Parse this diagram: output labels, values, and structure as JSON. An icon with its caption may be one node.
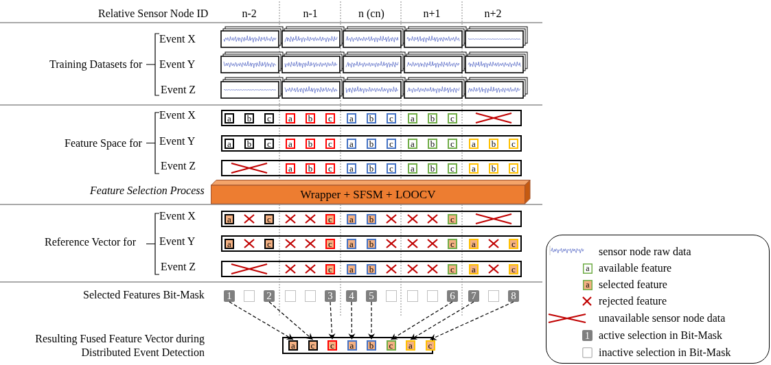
{
  "diagram": {
    "nodes": [
      {
        "text": [],
        "shape": "box"
      },
      {
        "text": [
          "a"
        ],
        "in": 0
      },
      {
        "text": [
          "b"
        ],
        "in": 0
      },
      {
        "text": [
          "c"
        ],
        "in": 0
      },
      {
        "text": [
          "a"
        ],
        "in": 0
      },
      {
        "text": [
          "b"
        ],
        "in": 0
      },
      {
        "text": [
          "c"
        ],
        "in": 0
      },
      {
        "text": [
          "a"
        ],
        "in": 0
      },
      {
        "text": [
          "b"
        ],
        "in": 0
      },
      {
        "text": [
          "c"
        ],
        "in": 0
      },
      {
        "text": [
          "a"
        ],
        "in": 0
      },
      {
        "text": [
          "b"
        ],
        "in": 0
      },
      {
        "text": [
          "c"
        ],
        "in": 0
      },
      {
        "text": [],
        "shape": "box"
      },
      {
        "text": [
          "a"
        ],
        "in": 13
      },
      {
        "text": [
          "b"
        ],
        "in": 13
      },
      {
        "text": [
          "c"
        ],
        "in": 13
      },
      {
        "text": [
          "a"
        ],
        "in": 13
      },
      {
        "text": [
          "b"
        ],
        "in": 13
      },
      {
        "text": [
          "c"
        ],
        "in": 13
      },
      {
        "text": [
          "a"
        ],
        "in": 13
      },
      {
        "text": [
          "b"
        ],
        "in": 13
      },
      {
        "text": [
          "c"
        ],
        "in": 13
      },
      {
        "text": [
          "a"
        ],
        "in": 13
      },
      {
        "text": [
          "b"
        ],
        "in": 13
      },
      {
        "text": [
          "c"
        ],
        "in": 13
      },
      {
        "text": [
          "a"
        ],
        "in": 13
      },
      {
        "text": [
          "b"
        ],
        "in": 13
      },
      {
        "text": [
          "c"
        ],
        "in": 13
      },
      {
        "text": [],
        "shape": "box"
      },
      {
        "text": [
          "a"
        ],
        "in": 29
      },
      {
        "text": [
          "b"
        ],
        "in": 29
      },
      {
        "text": [
          "c"
        ],
        "in": 29
      },
      {
        "text": [
          "a"
        ],
        "in": 29
      },
      {
        "text": [
          "b"
        ],
        "in": 29
      },
      {
        "text": [
          "c"
        ],
        "in": 29
      },
      {
        "text": [
          "a"
        ],
        "in": 29
      },
      {
        "text": [
          "b"
        ],
        "in": 29
      },
      {
        "text": [
          "c"
        ],
        "in": 29
      },
      {
        "text": [
          "a"
        ],
        "in": 29
      },
      {
        "text": [
          "b"
        ],
        "in": 29
      },
      {
        "text": [
          "c"
        ],
        "in": 29
      },
      {
        "text": [
          "Wrapper + SFSM + LOOCV"
        ]
      },
      {
        "text": [],
        "shape": "box"
      },
      {
        "text": [
          "a"
        ],
        "in": 43
      },
      {
        "text": [
          "c"
        ],
        "in": 43
      },
      {
        "text": [
          "c"
        ],
        "in": 43
      },
      {
        "text": [
          "a"
        ],
        "in": 43
      },
      {
        "text": [
          "b"
        ],
        "in": 43
      },
      {
        "text": [
          "c"
        ],
        "in": 43
      },
      {
        "text": [],
        "shape": "box"
      },
      {
        "text": [
          "a"
        ],
        "in": 50
      },
      {
        "text": [
          "c"
        ],
        "in": 50
      },
      {
        "text": [
          "c"
        ],
        "in": 50
      },
      {
        "text": [
          "a"
        ],
        "in": 50
      },
      {
        "text": [
          "b"
        ],
        "in": 50
      },
      {
        "text": [
          "c"
        ],
        "in": 50
      },
      {
        "text": [
          "a"
        ],
        "in": 50
      },
      {
        "text": [
          "c"
        ],
        "in": 50
      },
      {
        "text": [],
        "shape": "box"
      },
      {
        "text": [
          "c"
        ],
        "in": 59
      },
      {
        "text": [
          "a"
        ],
        "in": 59
      },
      {
        "text": [
          "b"
        ],
        "in": 59
      },
      {
        "text": [
          "c"
        ],
        "in": 59
      },
      {
        "text": [
          "a"
        ],
        "in": 59
      },
      {
        "text": [
          "c"
        ],
        "in": 59
      },
      {
        "text": [
          "1"
        ]
      },
      {
        "text": [],
        "shape": "box"
      },
      {
        "text": [
          "2"
        ]
      },
      {
        "text": [],
        "shape": "box"
      },
      {
        "text": [],
        "shape": "box"
      },
      {
        "text": [
          "3"
        ]
      },
      {
        "text": [
          "4"
        ]
      },
      {
        "text": [
          "5"
        ]
      },
      {
        "text": [],
        "shape": "box"
      },
      {
        "text": [],
        "shape": "box"
      },
      {
        "text": [],
        "shape": "box"
      },
      {
        "text": [
          "6"
        ]
      },
      {
        "text": [
          "7"
        ]
      },
      {
        "text": [],
        "shape": "box"
      },
      {
        "text": [
          "8"
        ]
      },
      {
        "text": [],
        "shape": "box"
      },
      {
        "text": [
          "a"
        ],
        "in": 81
      },
      {
        "text": [
          "c"
        ],
        "in": 81
      },
      {
        "text": [
          "c"
        ],
        "in": 81
      },
      {
        "text": [
          "a"
        ],
        "in": 81
      },
      {
        "text": [
          "b"
        ],
        "in": 81
      },
      {
        "text": [
          "c"
        ],
        "in": 81
      },
      {
        "text": [
          "a"
        ],
        "in": 81
      },
      {
        "text": [
          "c"
        ],
        "in": 81
      }
    ],
    "edges": [
      {
        "from": 66,
        "to": 82,
        "arrow": "to",
        "style": "dashed"
      },
      {
        "from": 68,
        "to": 83,
        "arrow": "to",
        "style": "dashed"
      },
      {
        "from": 71,
        "to": 84,
        "arrow": "to",
        "style": "dashed"
      },
      {
        "from": 72,
        "to": 85,
        "arrow": "to",
        "style": "dashed"
      },
      {
        "from": 73,
        "to": 86,
        "arrow": "to",
        "style": "dashed"
      },
      {
        "from": 77,
        "to": 87,
        "arrow": "to",
        "style": "dashed"
      },
      {
        "from": 78,
        "to": 88,
        "arrow": "to",
        "style": "dashed"
      },
      {
        "from": 80,
        "to": 89,
        "arrow": "to",
        "style": "dashed"
      }
    ],
    "labels": [
      "Relative Sensor Node ID",
      "n-2",
      "n-1",
      "n (cn)",
      "n+1",
      "n+2",
      "Training Datasets for",
      "Event X",
      "Event Y",
      "Event Z",
      "Feature Space for",
      "Event X",
      "Event Y",
      "Event Z",
      "Feature Selection Process",
      "Reference Vector for",
      "Event X",
      "Event Y",
      "Event Z",
      "Selected Features Bit-Mask",
      "Resulting Fused Feature Vector during Distributed Event Detection",
      "a",
      "a",
      "1"
    ],
    "legend": [
      {
        "text": "sensor node raw data"
      },
      {
        "text": "available feature"
      },
      {
        "text": "selected feature"
      },
      {
        "text": "rejected feature"
      },
      {
        "text": "unavailable sensor node data"
      },
      {
        "text": "active selection in Bit-Mask"
      },
      {
        "text": "inactive selection in Bit-Mask"
      }
    ]
  }
}
